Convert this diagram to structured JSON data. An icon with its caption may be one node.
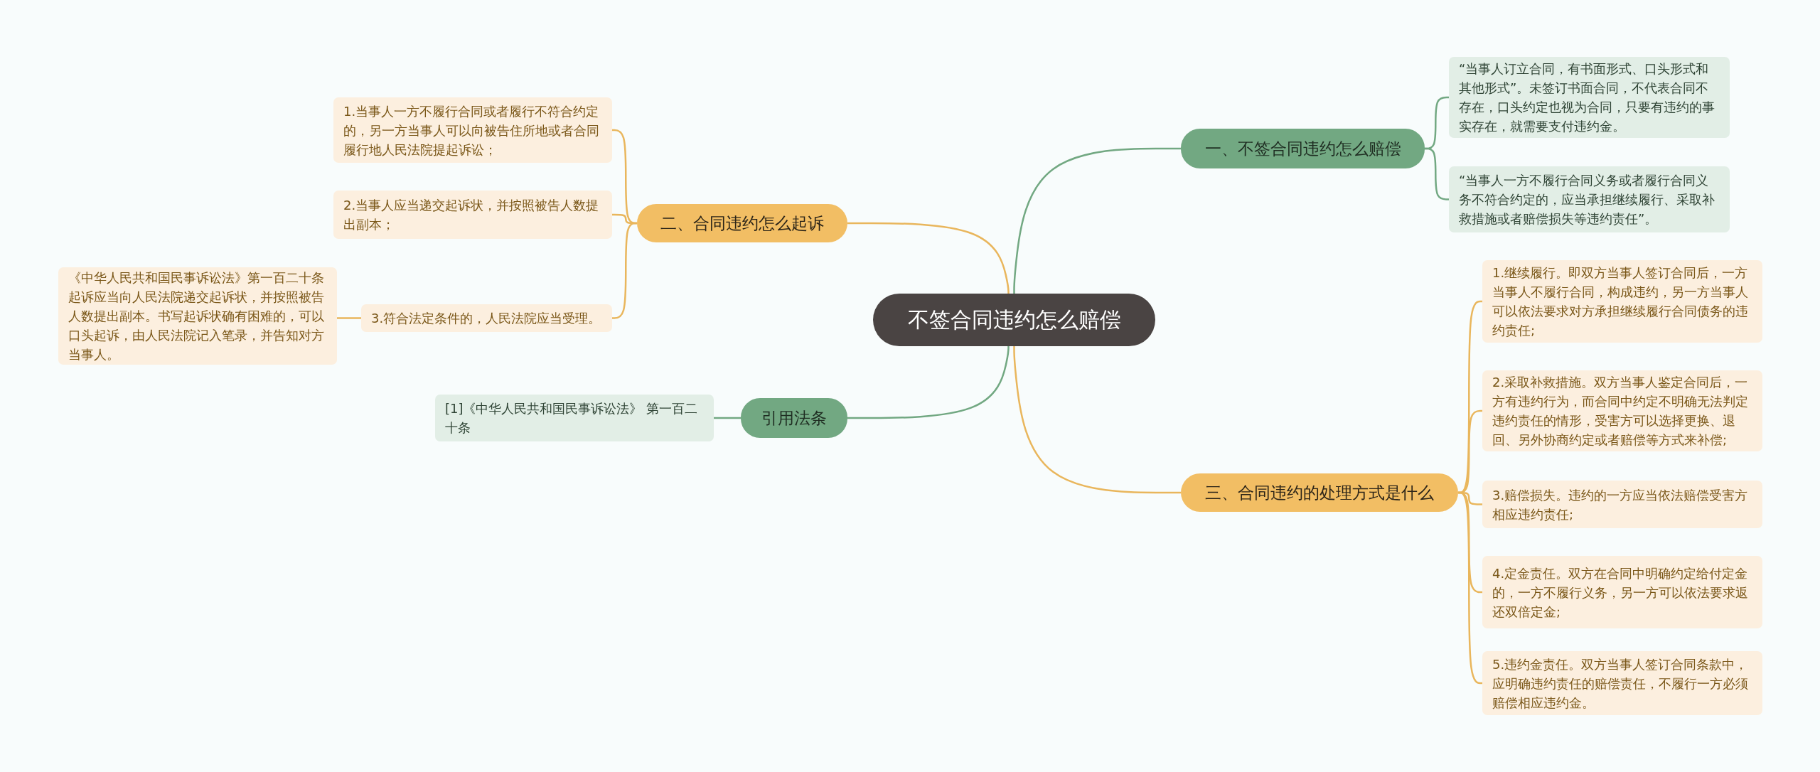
{
  "diagram": {
    "nodes": [
      {
        "text": [
          "不签合同违约怎么赔偿"
        ]
      },
      {
        "text": [
          "一、不签合同违约怎么赔偿"
        ]
      },
      {
        "text": [
          "“当事人订立合同，有书面形式、口头形式和其他形式”。未签订书面合同，不代表合同不存在，口头约定也视为合同，只要有违约的事实存在，就需要支付违约金。"
        ]
      },
      {
        "text": [
          "“当事人一方不履行合同义务或者履行合同义务不符合约定的，应当承担继续履行、采取补救措施或者赔偿损失等违约责任”。"
        ]
      },
      {
        "text": [
          "三、合同违约的处理方式是什么"
        ]
      },
      {
        "text": [
          "1.继续履行。即双方当事人签订合同后，一方当事人不履行合同，构成违约，另一方当事人可以依法要求对方承担继续履行合同债务的违约责任;"
        ]
      },
      {
        "text": [
          "2.采取补救措施。双方当事人鉴定合同后，一方有违约行为，而合同中约定不明确无法判定违约责任的情形，受害方可以选择更换、退回、另外协商约定或者赔偿等方式来补偿;"
        ]
      },
      {
        "text": [
          "3.赔偿损失。违约的一方应当依法赔偿受害方相应违约责任;"
        ]
      },
      {
        "text": [
          "4.定金责任。双方在合同中明确约定给付定金的，一方不履行义务，另一方可以依法要求返还双倍定金;"
        ]
      },
      {
        "text": [
          "5.违约金责任。双方当事人签订合同条款中，应明确违约责任的赔偿责任，不履行一方必须赔偿相应违约金。"
        ]
      },
      {
        "text": [
          "二、合同违约怎么起诉"
        ]
      },
      {
        "text": [
          "1.当事人一方不履行合同或者履行不符合约定的，另一方当事人可以向被告住所地或者合同履行地人民法院提起诉讼；"
        ]
      },
      {
        "text": [
          "2.当事人应当递交起诉状，并按照被告人数提出副本；"
        ]
      },
      {
        "text": [
          "3.符合法定条件的，人民法院应当受理。"
        ]
      },
      {
        "text": [
          "《中华人民共和国民事诉讼法》第一百二十条起诉应当向人民法院递交起诉状，并按照被告人数提出副本。书写起诉状确有困难的，可以口头起诉，由人民法院记入笔录，并告知对方当事人。"
        ]
      },
      {
        "text": [
          "引用法条"
        ]
      },
      {
        "text": [
          "[1]《中华人民共和国民事诉讼法》 第一百二十条"
        ]
      }
    ],
    "edges": [
      {
        "from": 0,
        "to": 1,
        "arrow": "none",
        "color": "#72a882"
      },
      {
        "from": 1,
        "to": 2,
        "arrow": "none",
        "color": "#72a882"
      },
      {
        "from": 1,
        "to": 3,
        "arrow": "none",
        "color": "#72a882"
      },
      {
        "from": 0,
        "to": 4,
        "arrow": "none"
      },
      {
        "from": 4,
        "to": 5,
        "arrow": "none"
      },
      {
        "from": 4,
        "to": 6,
        "arrow": "none"
      },
      {
        "from": 4,
        "to": 7,
        "arrow": "none"
      },
      {
        "from": 4,
        "to": 8,
        "arrow": "none"
      },
      {
        "from": 4,
        "to": 9,
        "arrow": "none"
      },
      {
        "from": 0,
        "to": 10,
        "arrow": "none"
      },
      {
        "from": 10,
        "to": 11,
        "arrow": "none"
      },
      {
        "from": 10,
        "to": 12,
        "arrow": "none"
      },
      {
        "from": 10,
        "to": 13,
        "arrow": "none"
      },
      {
        "from": 13,
        "to": 14,
        "arrow": "none"
      },
      {
        "from": 0,
        "to": 15,
        "arrow": "none",
        "color": "#72a882"
      },
      {
        "from": 15,
        "to": 16,
        "arrow": "none",
        "color": "#72a882"
      }
    ]
  }
}
